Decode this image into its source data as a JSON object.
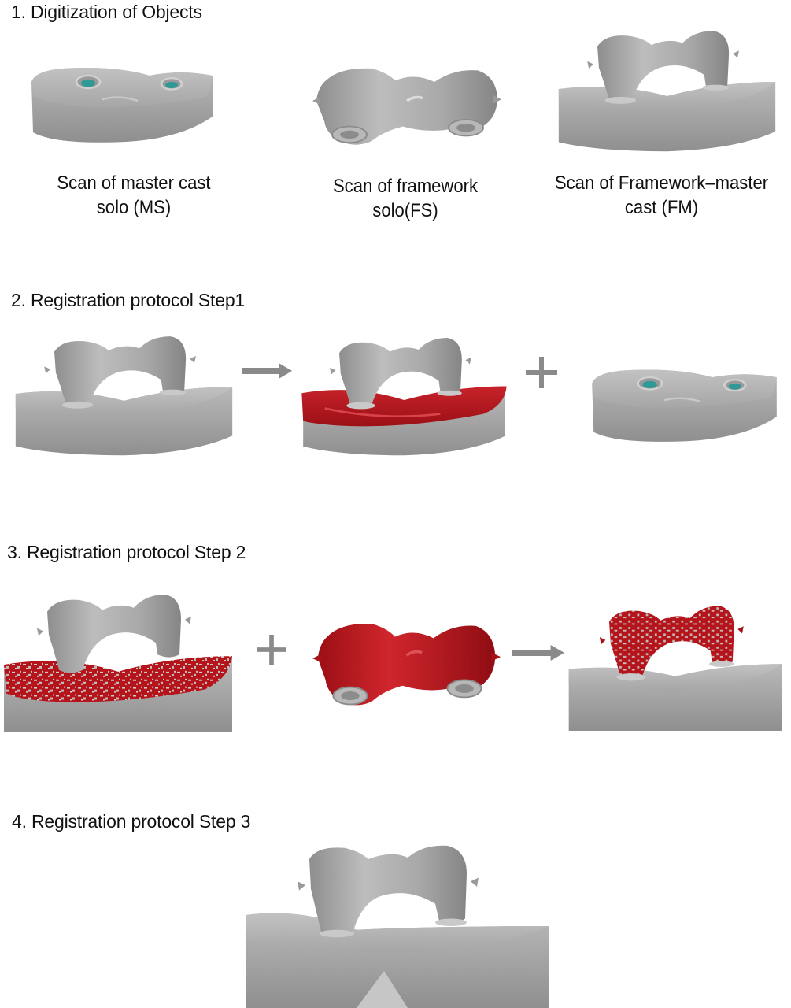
{
  "sections": [
    {
      "heading": "1. Digitization of Objects",
      "captions": [
        {
          "line1": "Scan of master cast",
          "line2": "solo (MS)"
        },
        {
          "line1": "Scan of framework",
          "line2": "solo(FS)"
        },
        {
          "line1": "Scan of Framework–master",
          "line2": "cast (FM)"
        }
      ]
    },
    {
      "heading": "2. Registration protocol Step1"
    },
    {
      "heading": "3. Registration protocol Step 2"
    },
    {
      "heading": "4. Registration protocol Step 3"
    }
  ],
  "colors": {
    "scan_gray": "#a9a9a9",
    "registration_red": "#b5141b",
    "implant_teal": "#2f9a95",
    "arrow_gray": "#8a8a8a"
  },
  "symbols": {
    "arrow": "arrow-right-icon",
    "plus": "plus-icon"
  }
}
